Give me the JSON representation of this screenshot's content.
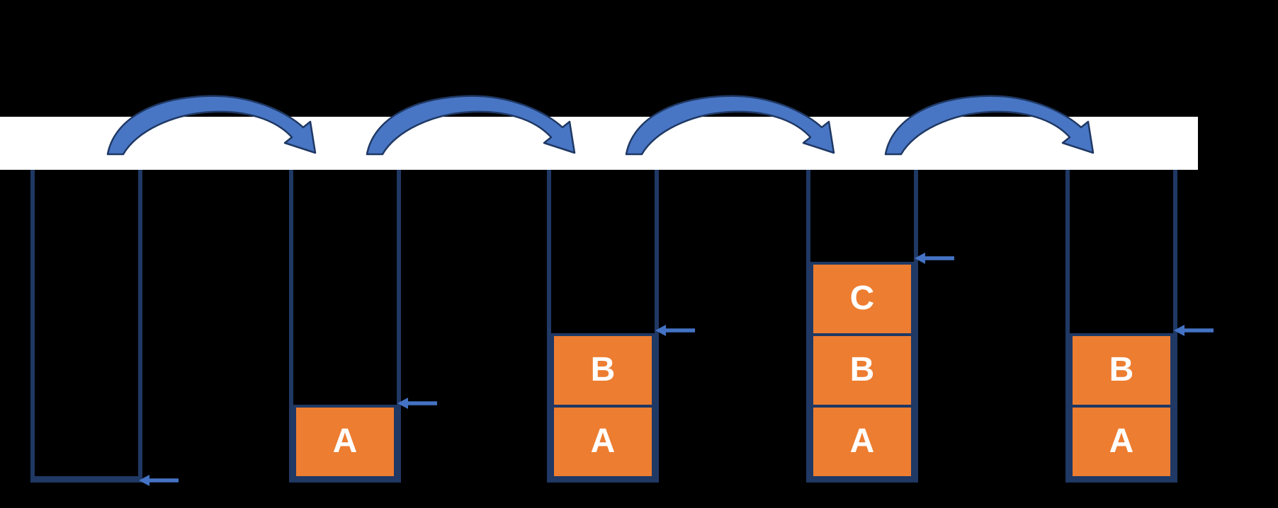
{
  "diagram": {
    "background_color": "#000000",
    "shelf_band_color": "#FFFFFF",
    "block_fill_color": "#ED7D31",
    "outline_color": "#1F3864",
    "arrow_fill_color": "#4472C4",
    "transition_arrow_count": 4,
    "stacks": [
      {
        "blocks": []
      },
      {
        "blocks": [
          "A"
        ]
      },
      {
        "blocks": [
          "B",
          "A"
        ]
      },
      {
        "blocks": [
          "C",
          "B",
          "A"
        ]
      },
      {
        "blocks": [
          "B",
          "A"
        ]
      }
    ]
  }
}
